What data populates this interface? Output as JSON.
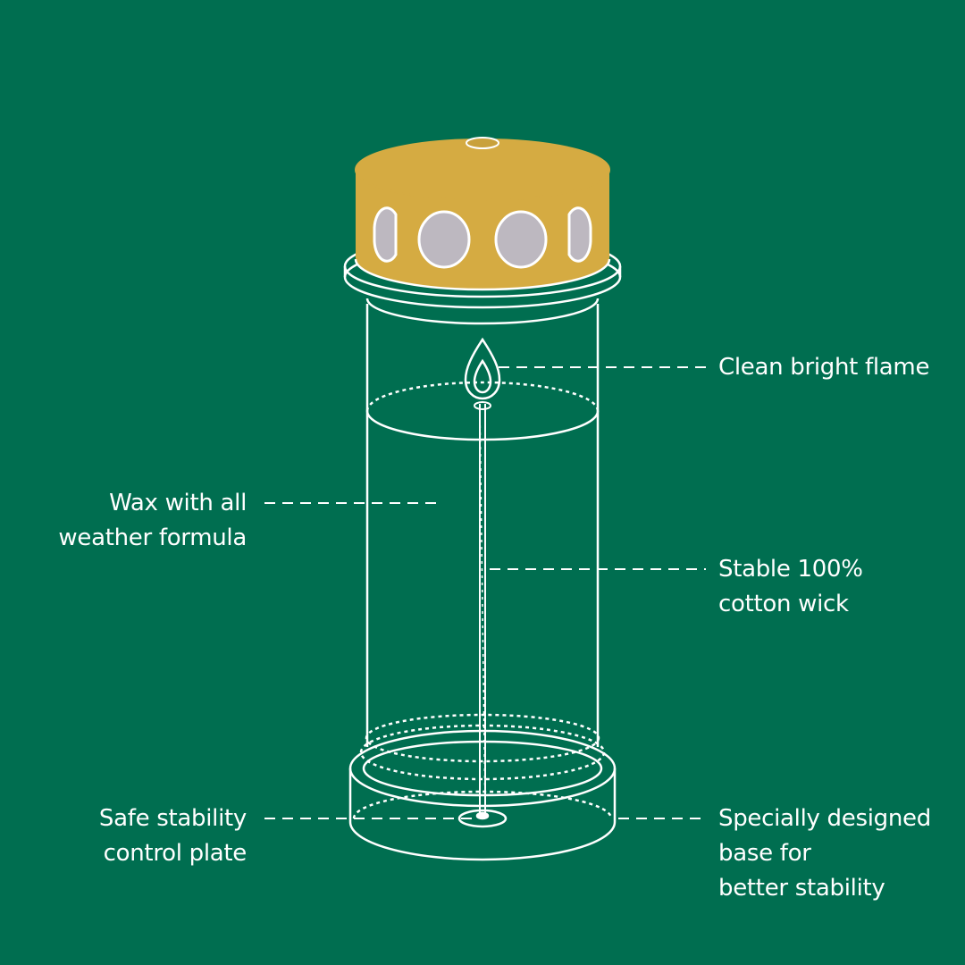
{
  "colors": {
    "background": "#006e50",
    "line": "#ffffff",
    "cap": "#d5ab42",
    "cap_window": "#bdb8c0"
  },
  "labels": {
    "flame": {
      "lines": [
        "Clean bright flame"
      ]
    },
    "wick": {
      "lines": [
        "Stable 100%",
        "cotton wick"
      ]
    },
    "base": {
      "lines": [
        "Specially designed",
        "base for",
        "better stability"
      ]
    },
    "wax": {
      "lines": [
        "Wax with all",
        "weather formula"
      ]
    },
    "plate": {
      "lines": [
        "Safe stability",
        "control plate"
      ]
    }
  }
}
